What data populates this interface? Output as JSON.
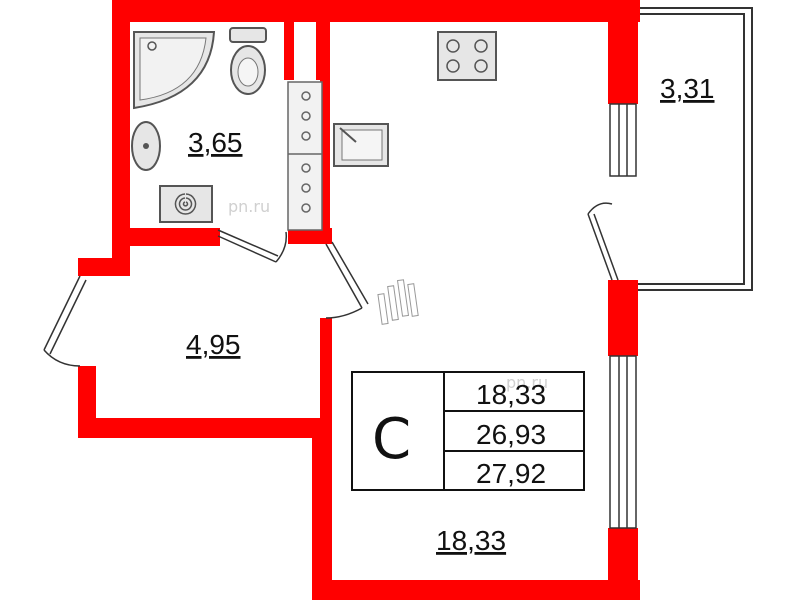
{
  "colors": {
    "wall": "#ff0000",
    "fixture_fill": "#e6e6e6",
    "fixture_stroke": "#555555",
    "line": "#333333"
  },
  "rooms": {
    "bathroom_area": "3,65",
    "hall_area": "4,95",
    "living_area": "18,33",
    "balcony_area": "3,31"
  },
  "info_table": {
    "type_letter": "С",
    "living": "18,33",
    "total": "26,93",
    "total_with_balcony": "27,92"
  },
  "watermarks": {
    "main": "pn.ru",
    "table": "pn.ru"
  },
  "icons": [
    "bathtub-icon",
    "toilet-icon",
    "washbasin-icon",
    "washing-machine-icon",
    "wardrobe-icon",
    "stove-icon",
    "kitchen-sink-icon",
    "radiator-icon"
  ]
}
